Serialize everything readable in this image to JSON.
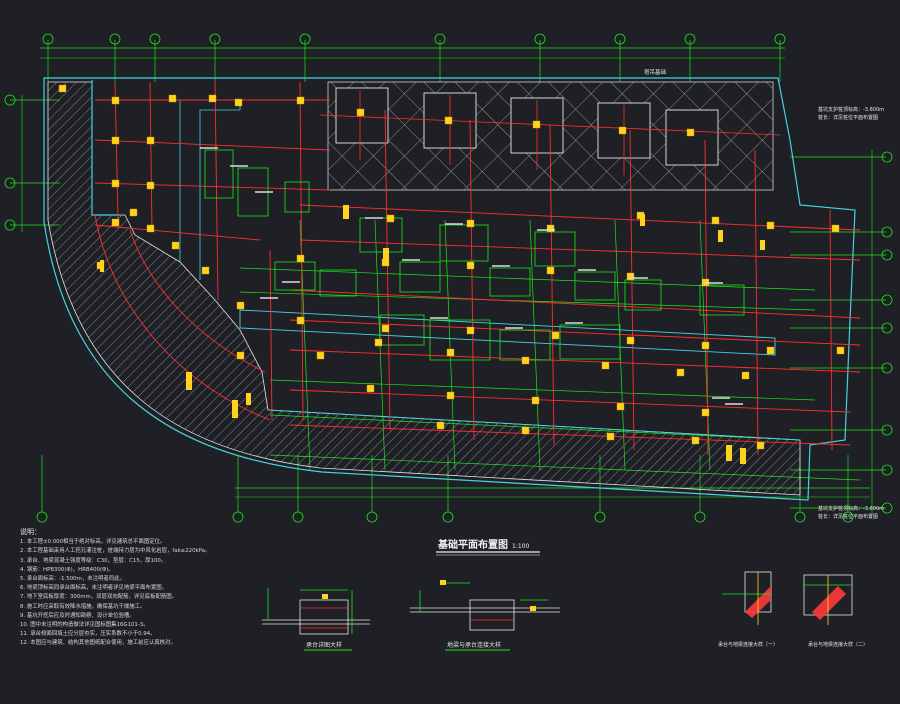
{
  "drawing": {
    "main_title": "基础平面布置图",
    "main_scale": "1:100",
    "detail1_title": "承台详图大样",
    "detail2_title": "地梁与承台连接大样",
    "detail3_caption": "承台与地梁连接大样（一）",
    "detail4_caption": "承台与地梁连接大样（二）",
    "note_right_top_line1": "基坑支护桩顶标高：-3.800m",
    "note_right_top_line2": "桩长：详见桩位平面布置图",
    "note_right_bottom_line1": "基坑支护桩顶标高：-3.800m",
    "note_right_bottom_line2": "桩长：详见桩位平面布置图",
    "label_top_zone": "塔吊基础"
  },
  "notes": {
    "heading": "说明：",
    "items": [
      "1. 本工程±0.000相当于绝对标高，详见建筑总平面图定位。",
      "2. 本工程基础采用人工挖孔灌注桩，桩端持力层为中风化岩层，fak≥220kPa。",
      "3. 承台、地梁混凝土强度等级：C30，垫层：C15，厚100。",
      "4. 钢筋：HPB300(Φ)，HRB400(Φ)。",
      "5. 承台面标高：-1.500m，未注明者同此。",
      "6. 地梁顶标高同承台面标高，未注明者详见地梁平面布置图。",
      "7. 地下室底板厚度：300mm，双层双向配筋，详见底板配筋图。",
      "8. 施工时应采取有效降水措施，确保基坑干燥施工。",
      "9. 基坑开挖后应及时通知勘察、设计单位验槽。",
      "10. 图中未注明的构造做法详见国标图集16G101-3。",
      "11. 承台侧面回填土应分层夯实，压实系数不小于0.94。",
      "12. 本图应与建筑、结构其他图纸配合使用，施工前应认真核对。"
    ]
  },
  "colors": {
    "background": "#1e2026",
    "grid_axis": "#19e619",
    "beam_red": "#ff2e2e",
    "pile_yellow": "#ffd21e",
    "outline_cyan": "#46d2dc",
    "text_white": "#e6e6e6",
    "hatch_gray": "#b4b4b4"
  }
}
